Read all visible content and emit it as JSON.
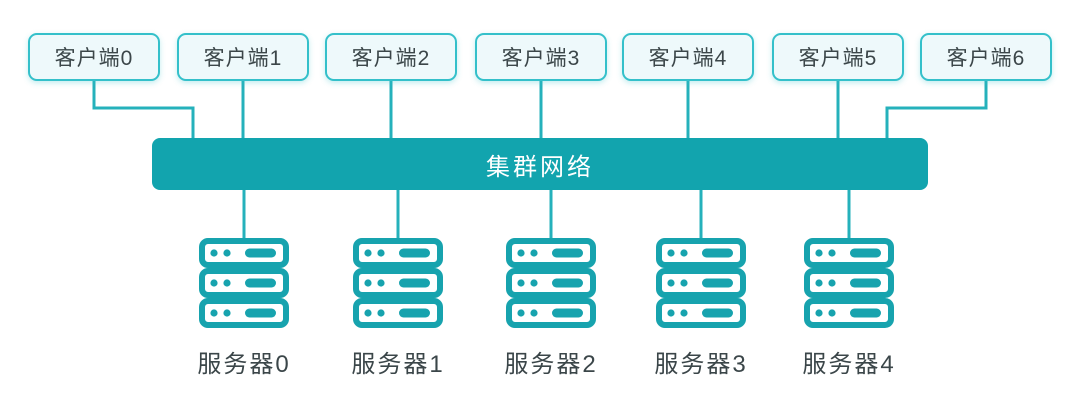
{
  "network": {
    "label": "集群网络"
  },
  "clients": [
    {
      "label": "客户端0"
    },
    {
      "label": "客户端1"
    },
    {
      "label": "客户端2"
    },
    {
      "label": "客户端3"
    },
    {
      "label": "客户端4"
    },
    {
      "label": "客户端5"
    },
    {
      "label": "客户端6"
    }
  ],
  "servers": [
    {
      "label": "服务器0"
    },
    {
      "label": "服务器1"
    },
    {
      "label": "服务器2"
    },
    {
      "label": "服务器3"
    },
    {
      "label": "服务器4"
    }
  ],
  "colors": {
    "bus_bar": "#12a4ae",
    "bus_bar_text": "#ffffff",
    "wire": "#25b1bb",
    "client_border": "#34c0ca",
    "client_fill": "#eef9fb",
    "server_icon": "#17a3ae",
    "text": "#3b4649",
    "background": "#ffffff"
  }
}
